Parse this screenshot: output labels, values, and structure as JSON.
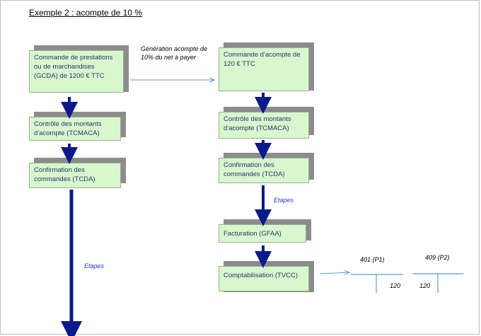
{
  "title": "Exemple 2 : acompte de 10 %",
  "left_flow": {
    "step1": "Commande de prestations ou de marchandises (GCDA) de 1200 € TTC",
    "step2": "Contrôle des montants d'acompte (TCMACA)",
    "step3": "Confirmation des commandes (TCDA)",
    "etapes_label": "Etapes"
  },
  "transfer_note": "Génération acompte de 10% du net à payer",
  "right_flow": {
    "step1": "Commande d'acompte de 120 € TTC",
    "step2": "Contrôle des montants d'acompte (TCMACA)",
    "step3": "Confirmation des commandes (TCDA)",
    "etapes_label": "Etapes",
    "step4": "Facturation (GFAA)",
    "step5": "Comptabilisation (TVCC)"
  },
  "accounts": [
    {
      "name": "401 (P1)",
      "right_value": "120"
    },
    {
      "name": "409 (P2)",
      "left_value": "120"
    }
  ]
}
